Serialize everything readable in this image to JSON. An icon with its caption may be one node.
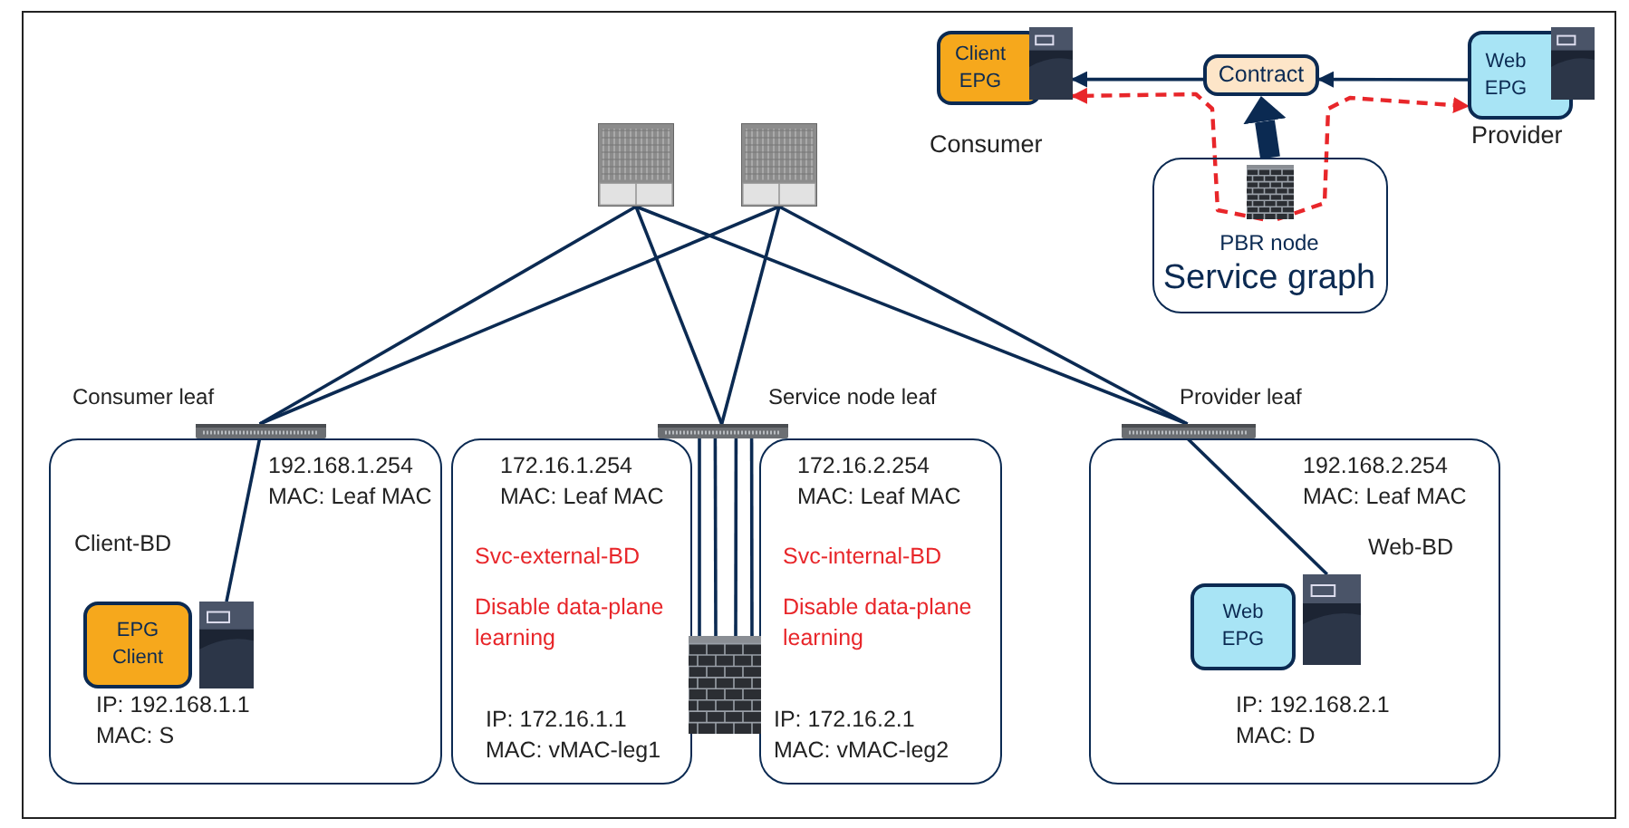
{
  "diagram": {
    "nodes": [
      {
        "text": [],
        "shape": "box"
      },
      {
        "text": [],
        "shape": "box"
      },
      {
        "text": [],
        "shape": "box",
        "beside": [
          "Consumer leaf"
        ]
      },
      {
        "text": [],
        "shape": "box",
        "beside": [
          "Service node leaf"
        ]
      },
      {
        "text": [],
        "shape": "box",
        "beside": [
          "Provider leaf"
        ]
      },
      {
        "text": [
          "192.168.1.254 MAC: Leaf MAC",
          "Client-BD",
          "IP: 192.168.1.1 MAC: S"
        ]
      },
      {
        "text": [
          "EPG Client"
        ],
        "in": 5
      },
      {
        "text": [],
        "shape": "box",
        "in": 5
      },
      {
        "text": [
          "172.16.1.254 MAC: Leaf MAC",
          "Svc-external-BD",
          "Disable data-plane learning",
          "IP: 172.16.1.1 MAC: vMAC-leg1"
        ]
      },
      {
        "text": [
          "172.16.2.254 MAC: Leaf MAC",
          "Svc-internal-BD",
          "Disable data-plane learning",
          "IP: 172.16.2.1 MAC: vMAC-leg2"
        ]
      },
      {
        "text": [],
        "shape": "box"
      },
      {
        "text": [
          "192.168.2.254 MAC: Leaf MAC",
          "Web-BD",
          "IP: 192.168.2.1 MAC: D"
        ]
      },
      {
        "text": [
          "Web EPG"
        ],
        "in": 11
      },
      {
        "text": [],
        "shape": "box",
        "in": 11
      },
      {
        "text": [
          "Client EPG"
        ],
        "beside": [
          "Consumer"
        ]
      },
      {
        "text": [],
        "shape": "box"
      },
      {
        "text": [
          "Contract"
        ]
      },
      {
        "text": [
          "Web EPG"
        ],
        "beside": [
          "Provider"
        ]
      },
      {
        "text": [],
        "shape": "box"
      },
      {
        "text": [
          "PBR node",
          "Service graph"
        ]
      },
      {
        "text": [],
        "shape": "box",
        "in": 19
      }
    ],
    "edges": [
      {
        "from": 0,
        "to": 2,
        "arrow": "none"
      },
      {
        "from": 0,
        "to": 3,
        "arrow": "none"
      },
      {
        "from": 0,
        "to": 4,
        "arrow": "none"
      },
      {
        "from": 1,
        "to": 2,
        "arrow": "none"
      },
      {
        "from": 1,
        "to": 3,
        "arrow": "none"
      },
      {
        "from": 1,
        "to": 4,
        "arrow": "none"
      },
      {
        "from": 2,
        "to": 7,
        "arrow": "none"
      },
      {
        "from": 4,
        "to": 13,
        "arrow": "none"
      },
      {
        "from": 3,
        "to": 10,
        "arrow": "none"
      },
      {
        "from": 3,
        "to": 10,
        "arrow": "none"
      },
      {
        "from": 3,
        "to": 10,
        "arrow": "none"
      },
      {
        "from": 3,
        "to": 10,
        "arrow": "none"
      },
      {
        "from": 16,
        "to": 15,
        "arrow": "to"
      },
      {
        "from": 17,
        "to": 16,
        "arrow": "to"
      },
      {
        "from": 19,
        "to": 16,
        "arrow": "to",
        "style": "thick"
      },
      {
        "from": 20,
        "to": 15,
        "arrow": "to",
        "style": "dashed",
        "color": "#e8262a"
      },
      {
        "from": 20,
        "to": 17,
        "arrow": "to",
        "style": "dashed",
        "color": "#e8262a"
      }
    ]
  }
}
